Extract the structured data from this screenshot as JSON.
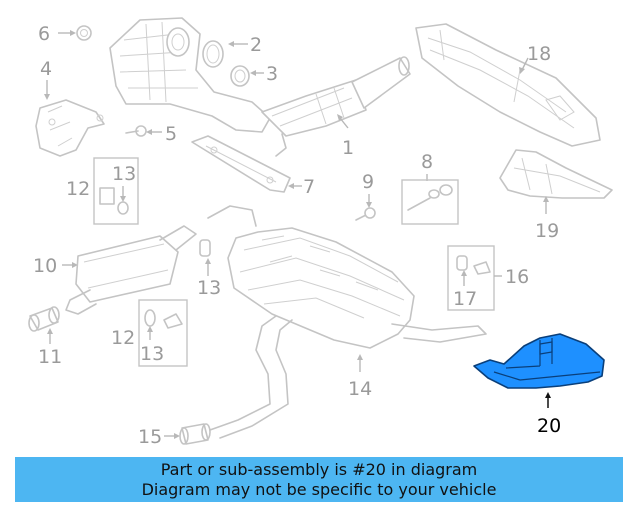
{
  "callouts": {
    "c1": "1",
    "c2": "2",
    "c3": "3",
    "c4": "4",
    "c5": "5",
    "c6": "6",
    "c7": "7",
    "c8": "8",
    "c9": "9",
    "c10": "10",
    "c11": "11",
    "c12a": "12",
    "c12b": "12",
    "c13a": "13",
    "c13b": "13",
    "c13c": "13",
    "c14": "14",
    "c15": "15",
    "c16": "16",
    "c17": "17",
    "c18": "18",
    "c19": "19",
    "c20": "20"
  },
  "highlighted_part": "20",
  "colors": {
    "highlight_fill": "#1e90ff",
    "banner_background": "#4db6f2",
    "part_line": "#c4c4c4"
  },
  "banner": {
    "line1": "Part or sub-assembly is #20 in diagram",
    "line2": "Diagram may not be specific to your vehicle"
  }
}
